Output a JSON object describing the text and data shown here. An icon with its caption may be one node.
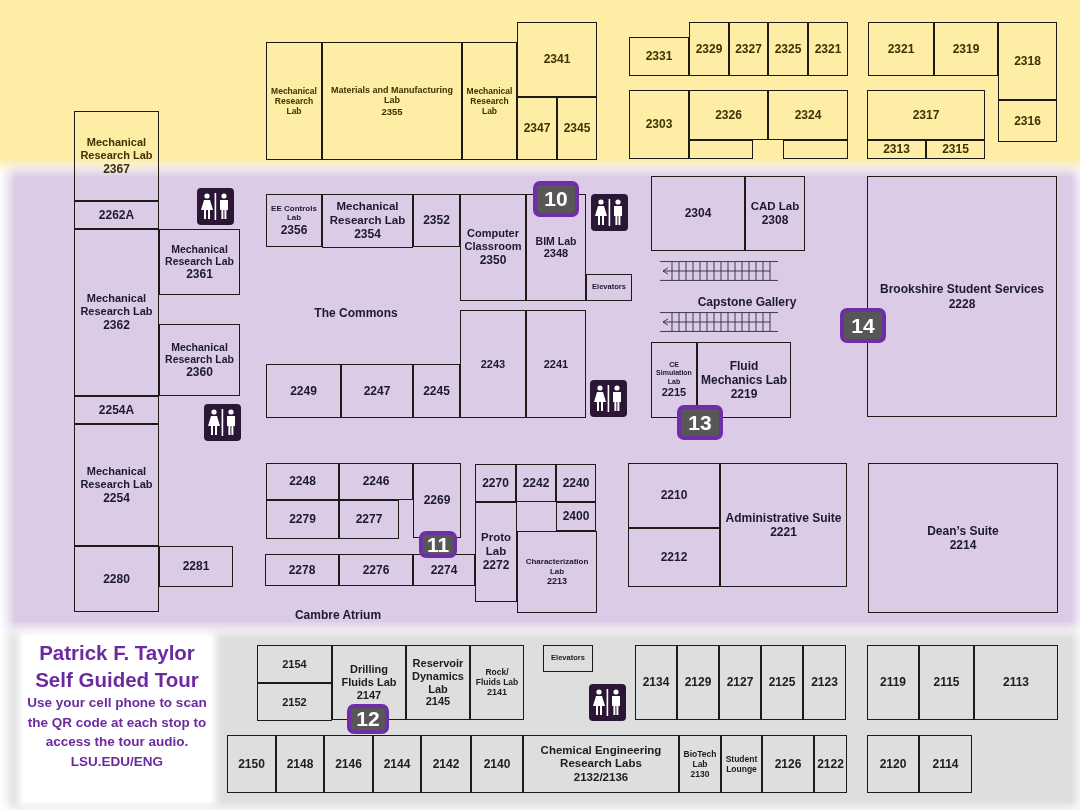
{
  "diagram": {
    "nodes": [
      {
        "text": [
          "Mechanical Research Lab"
        ]
      },
      {
        "text": [
          "Materials and Manufacturing Lab",
          "2355"
        ]
      },
      {
        "text": [
          "Mechanical Research Lab"
        ]
      },
      {
        "text": [
          "2341"
        ]
      },
      {
        "text": [
          "2347"
        ]
      },
      {
        "text": [
          "2345"
        ]
      },
      {
        "text": [
          "2331"
        ]
      },
      {
        "text": [
          "2329"
        ]
      },
      {
        "text": [
          "2327"
        ]
      },
      {
        "text": [
          "2325"
        ]
      },
      {
        "text": [
          "2321"
        ]
      },
      {
        "text": [
          "2321"
        ]
      },
      {
        "text": [
          "2319"
        ]
      },
      {
        "text": [
          "2318"
        ]
      },
      {
        "text": [
          "2316"
        ]
      },
      {
        "text": [
          "2303"
        ]
      },
      {
        "text": [
          "2326"
        ]
      },
      {
        "text": [
          "2324"
        ]
      },
      {
        "text": [],
        "shape": "box"
      },
      {
        "text": [],
        "shape": "box"
      },
      {
        "text": [
          "2317"
        ]
      },
      {
        "text": [
          "2313"
        ]
      },
      {
        "text": [
          "2315"
        ]
      },
      {
        "text": [
          "Mechanical Research Lab",
          "2367"
        ]
      },
      {
        "text": [
          "2262A"
        ]
      },
      {
        "text": [
          "Mechanical Research Lab",
          "2362"
        ]
      },
      {
        "text": [
          "Mechanical Research Lab",
          "2361"
        ]
      },
      {
        "text": [
          "Mechanical Research Lab",
          "2360"
        ]
      },
      {
        "text": [
          "2254A"
        ]
      },
      {
        "text": [
          "Mechanical Research Lab",
          "2254"
        ]
      },
      {
        "text": [
          "2280"
        ]
      },
      {
        "text": [
          "2281"
        ]
      },
      {
        "text": [
          "EE Controls Lab",
          "2356"
        ]
      },
      {
        "text": [
          "Mechanical Research Lab",
          "2354"
        ]
      },
      {
        "text": [
          "2352"
        ]
      },
      {
        "text": [
          "Computer Classroom",
          "2350"
        ]
      },
      {
        "text": [
          "BIM Lab",
          "2348"
        ]
      },
      {
        "text": [
          "Elevators"
        ]
      },
      {
        "text": [
          "2249"
        ]
      },
      {
        "text": [
          "2247"
        ]
      },
      {
        "text": [
          "2245"
        ]
      },
      {
        "text": [
          "2243"
        ]
      },
      {
        "text": [
          "2241"
        ]
      },
      {
        "text": [
          "2248"
        ]
      },
      {
        "text": [
          "2246"
        ]
      },
      {
        "text": [
          "2279"
        ]
      },
      {
        "text": [
          "2277"
        ]
      },
      {
        "text": [
          "2269"
        ]
      },
      {
        "text": [
          "2270"
        ]
      },
      {
        "text": [
          "2242"
        ]
      },
      {
        "text": [
          "2240"
        ]
      },
      {
        "text": [
          "2400"
        ]
      },
      {
        "text": [
          "Proto Lab",
          "2272"
        ]
      },
      {
        "text": [
          "2278"
        ]
      },
      {
        "text": [
          "2276"
        ]
      },
      {
        "text": [
          "2274"
        ]
      },
      {
        "text": [
          "Characterization Lab",
          "2213"
        ]
      },
      {
        "text": [
          "2304"
        ]
      },
      {
        "text": [
          "CAD Lab",
          "2308"
        ]
      },
      {
        "text": [
          "CE Simulation Lab",
          "2215"
        ]
      },
      {
        "text": [
          "Fluid Mechanics Lab",
          "2219"
        ]
      },
      {
        "text": [
          "Brookshire Student Services",
          "2228"
        ]
      },
      {
        "text": [
          "2210"
        ]
      },
      {
        "text": [
          "2212"
        ]
      },
      {
        "text": [
          "Administrative Suite",
          "2221"
        ]
      },
      {
        "text": [
          "Dean’s Suite",
          "2214"
        ]
      },
      {
        "text": [
          "Patrick F. Taylor Self Guided Tour",
          "Use your cell phone to scan the QR code at each stop to access the tour audio.",
          "LSU.EDU/ENG"
        ]
      },
      {
        "text": [
          "2154"
        ]
      },
      {
        "text": [
          "2152"
        ]
      },
      {
        "text": [
          "Drilling Fluids Lab",
          "2147"
        ]
      },
      {
        "text": [
          "Reservoir Dynamics Lab",
          "2145"
        ]
      },
      {
        "text": [
          "Rock/ Fluids Lab",
          "2141"
        ]
      },
      {
        "text": [
          "Elevators"
        ]
      },
      {
        "text": [
          "2134"
        ]
      },
      {
        "text": [
          "2129"
        ]
      },
      {
        "text": [
          "2127"
        ]
      },
      {
        "text": [
          "2125"
        ]
      },
      {
        "text": [
          "2123"
        ]
      },
      {
        "text": [
          "2119"
        ]
      },
      {
        "text": [
          "2115"
        ]
      },
      {
        "text": [
          "2113"
        ]
      },
      {
        "text": [
          "2150"
        ]
      },
      {
        "text": [
          "2148"
        ]
      },
      {
        "text": [
          "2146"
        ]
      },
      {
        "text": [
          "2144"
        ]
      },
      {
        "text": [
          "2142"
        ]
      },
      {
        "text": [
          "2140"
        ]
      },
      {
        "text": [
          "Chemical Engineering Research Labs",
          "2132/2136"
        ]
      },
      {
        "text": [
          "BioTech Lab",
          "2130"
        ]
      },
      {
        "text": [
          "Student Lounge"
        ]
      },
      {
        "text": [
          "2126"
        ]
      },
      {
        "text": [
          "2122"
        ]
      },
      {
        "text": [
          "2120"
        ]
      },
      {
        "text": [
          "2114"
        ]
      },
      {
        "text": [
          "10"
        ]
      },
      {
        "text": [
          "11"
        ]
      },
      {
        "text": [
          "12"
        ]
      },
      {
        "text": [
          "13"
        ]
      },
      {
        "text": [
          "14"
        ]
      }
    ],
    "labels": [
      "The Commons",
      "Capstone Gallery",
      "Cambre Atrium"
    ]
  }
}
